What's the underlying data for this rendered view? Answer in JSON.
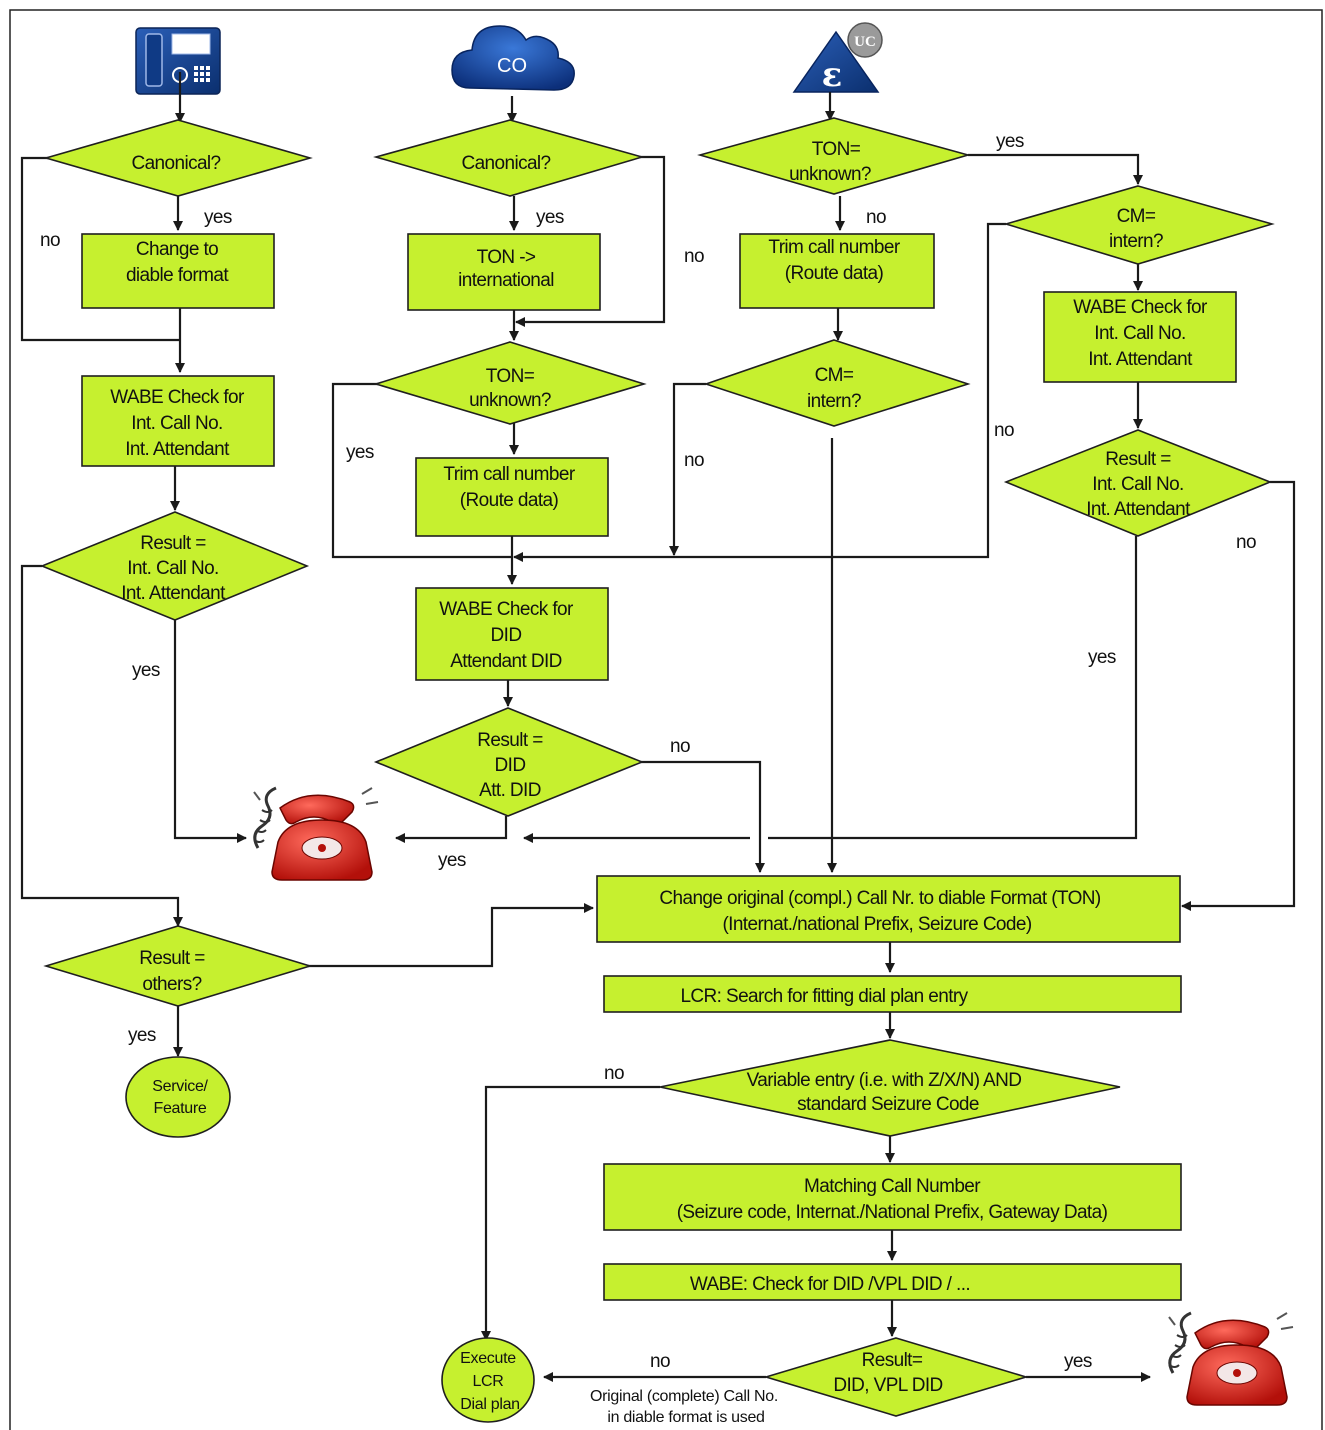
{
  "nodes": {
    "d_canon1": [
      "Canonical?"
    ],
    "b_change_diable": [
      "Change to",
      "diable format"
    ],
    "b_wabe1": [
      "WABE Check for",
      "Int. Call No.",
      "Int. Attendant"
    ],
    "d_result1": [
      "Result =",
      "Int. Call No.",
      "Int. Attendant"
    ],
    "d_others": [
      "Result =",
      "others?"
    ],
    "c_service": [
      "Service/",
      "Feature"
    ],
    "cloud_label": "CO",
    "uc_label": "UC",
    "d_canon2": [
      "Canonical?"
    ],
    "b_ton_intl": [
      "TON ->",
      "international"
    ],
    "d_ton2": [
      "TON=",
      "unknown?"
    ],
    "b_trim2": [
      "Trim call number",
      "(Route data)"
    ],
    "b_wabe_did": [
      "WABE Check for",
      "DID",
      "Attendant DID"
    ],
    "d_result_did": [
      "Result =",
      "DID",
      "Att. DID"
    ],
    "d_ton3": [
      "TON=",
      "unknown?"
    ],
    "b_trim3": [
      "Trim call number",
      "(Route data)"
    ],
    "d_cm3": [
      "CM=",
      "intern?"
    ],
    "d_cm4": [
      "CM=",
      "intern?"
    ],
    "b_wabe4": [
      "WABE Check for",
      "Int. Call No.",
      "Int. Attendant"
    ],
    "d_result4": [
      "Result =",
      "Int. Call No.",
      "Int. Attendant"
    ],
    "b_change_orig": [
      "Change original (compl.) Call Nr. to diable Format (TON)",
      "(Internat./national Prefix, Seizure Code)"
    ],
    "b_lcr": [
      "LCR: Search for fitting dial plan entry"
    ],
    "d_variable": [
      "Variable entry (i.e. with Z/X/N) AND",
      "standard Seizure Code"
    ],
    "b_matching": [
      "Matching Call Number",
      "(Seizure code, Internat./National Prefix, Gateway Data)"
    ],
    "b_wabe_vpl": [
      "WABE: Check for DID /VPL DID / ..."
    ],
    "d_final": [
      "Result=",
      "DID, VPL DID"
    ],
    "c_execute": [
      "Execute",
      "LCR",
      "Dial plan"
    ]
  },
  "edge_labels": {
    "l_no1": "no",
    "l_yes1": "yes",
    "l_yes_res1": "yes",
    "l_yes_others": "yes",
    "l_yes2": "yes",
    "l_no2": "no",
    "l_yes_ton2": "yes",
    "l_no_did": "no",
    "l_yes_did": "yes",
    "l_no3": "no",
    "l_no_cm3": "no",
    "l_yes3": "yes",
    "l_no_cm4": "no",
    "l_no_res4": "no",
    "l_yes_res4": "yes",
    "l_no_var": "no",
    "l_no_final": "no",
    "l_yes_final": "yes"
  },
  "note": [
    "Original (complete) Call No.",
    "in diable format is used"
  ]
}
